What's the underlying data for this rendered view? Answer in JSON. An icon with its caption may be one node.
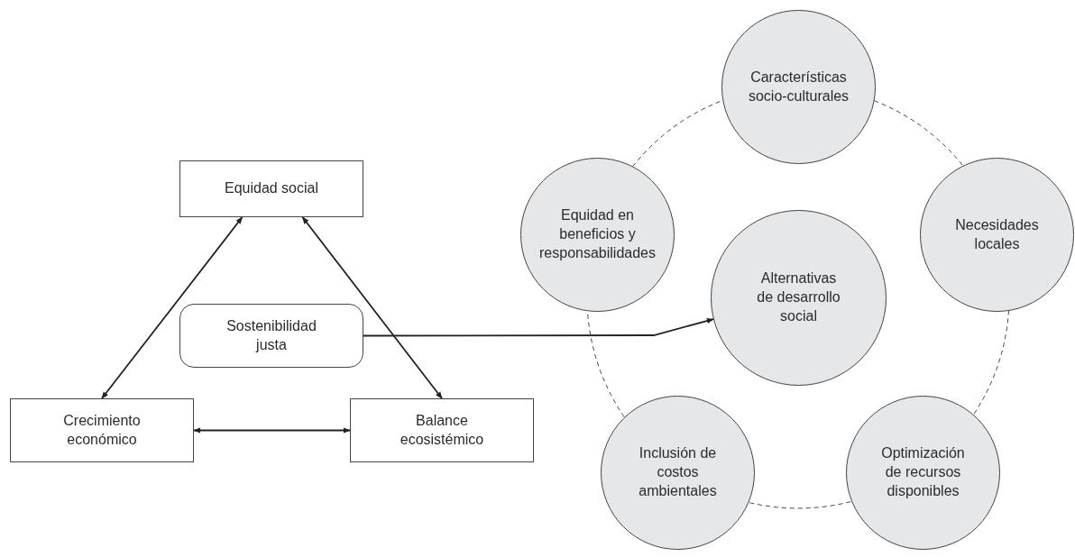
{
  "diagram": {
    "nodes": [
      {
        "text": [
          "Equidad social"
        ]
      },
      {
        "text": [
          "Características socio-culturales"
        ]
      },
      {
        "text": [
          "Equidad en beneficios y responsabilidades"
        ]
      },
      {
        "text": [
          "Necesidades locales"
        ]
      },
      {
        "text": [
          "Sostenibilidad justa"
        ]
      },
      {
        "text": [
          "Alternativas de desarrollo social"
        ]
      },
      {
        "text": [
          "Crecimiento económico"
        ]
      },
      {
        "text": [
          "Balance ecosistémico"
        ]
      },
      {
        "text": [
          "Inclusión de costos ambientales"
        ]
      },
      {
        "text": [
          "Optimización de recursos disponibles"
        ]
      }
    ],
    "edges": [
      {
        "from": 0,
        "to": 6,
        "arrow": "both"
      },
      {
        "from": 0,
        "to": 7,
        "arrow": "both"
      },
      {
        "from": 6,
        "to": 7,
        "arrow": "both"
      },
      {
        "from": 4,
        "to": 5,
        "arrow": "to"
      },
      {
        "from": 1,
        "to": 3,
        "arrow": "none",
        "style": "dashed"
      },
      {
        "from": 3,
        "to": 9,
        "arrow": "none",
        "style": "dashed"
      },
      {
        "from": 9,
        "to": 8,
        "arrow": "none",
        "style": "dashed"
      },
      {
        "from": 8,
        "to": 2,
        "arrow": "none",
        "style": "dashed"
      },
      {
        "from": 2,
        "to": 1,
        "arrow": "none",
        "style": "dashed"
      }
    ]
  }
}
